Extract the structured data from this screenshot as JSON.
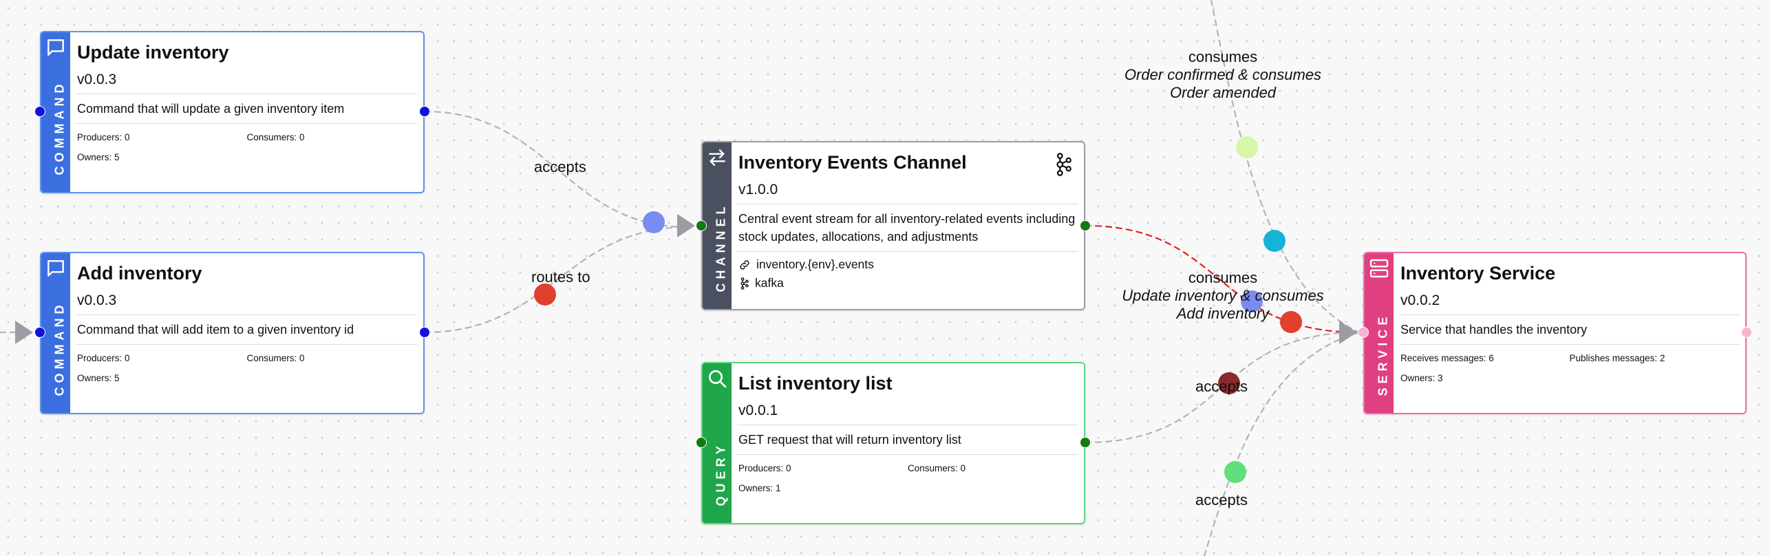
{
  "colors": {
    "command": "#3b6fe0",
    "channel": "#4b5060",
    "query": "#1fa64a",
    "service": "#e0407f"
  },
  "nodes": {
    "update_inventory": {
      "kind": "COMMAND",
      "icon": "message-square-icon",
      "title": "Update inventory",
      "version": "v0.0.3",
      "description": "Command that will update a given inventory item",
      "producers": "Producers: 0",
      "consumers": "Consumers: 0",
      "owners": "Owners: 5"
    },
    "add_inventory": {
      "kind": "COMMAND",
      "icon": "message-square-icon",
      "title": "Add inventory",
      "version": "v0.0.3",
      "description": "Command that will add item to a given inventory id",
      "producers": "Producers: 0",
      "consumers": "Consumers: 0",
      "owners": "Owners: 5"
    },
    "inventory_events_channel": {
      "kind": "CHANNEL",
      "icon": "arrows-left-right-icon",
      "title": "Inventory Events Channel",
      "version": "v1.0.0",
      "description": "Central event stream for all inventory-related events including stock updates, allocations, and adjustments",
      "address": "inventory.{env}.events",
      "protocol": "kafka"
    },
    "list_inventory": {
      "kind": "QUERY",
      "icon": "search-icon",
      "title": "List inventory list",
      "version": "v0.0.1",
      "description": "GET request that will return inventory list",
      "producers": "Producers: 0",
      "consumers": "Consumers: 0",
      "owners": "Owners: 1"
    },
    "inventory_service": {
      "kind": "SERVICE",
      "icon": "server-icon",
      "title": "Inventory Service",
      "version": "v0.0.2",
      "description": "Service that handles the inventory",
      "receives": "Receives messages: 6",
      "publishes": "Publishes messages: 2",
      "owners": "Owners: 3"
    }
  },
  "edge_labels": {
    "accepts_top": "accepts",
    "routes_to": "routes to",
    "consumes_top": {
      "verb": "consumes",
      "line2": "Order confirmed & consumes",
      "line3": "Order amended"
    },
    "consumes_mid": {
      "verb": "consumes",
      "line2": "Update inventory & consumes",
      "line3": "Add inventory"
    },
    "accepts_query": "accepts",
    "accepts_bottom": "accepts"
  }
}
